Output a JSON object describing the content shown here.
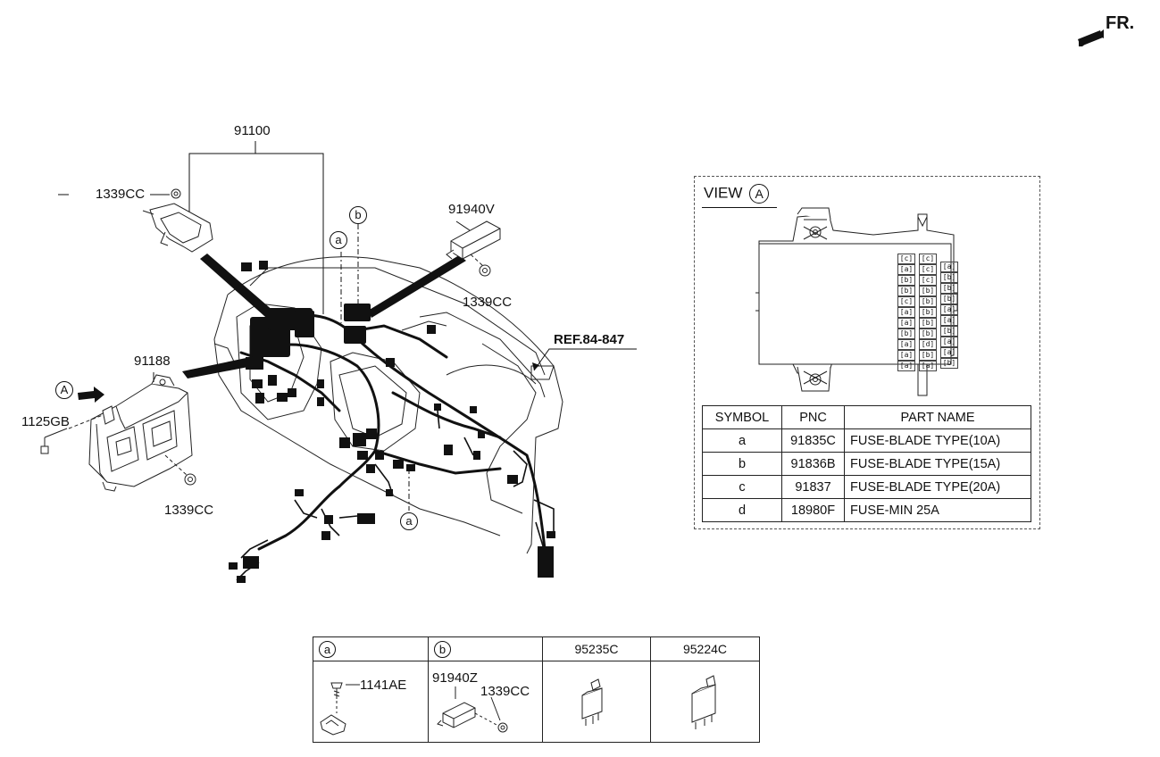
{
  "front_indicator": {
    "label": "FR."
  },
  "callouts": {
    "main_harness": "91100",
    "fuse_box": "91188",
    "bolt": "1125GB",
    "nut_top": "1339CC",
    "nut_box": "1339CC",
    "nut_right": "1339CC",
    "relay_box": "91940V",
    "ref": "REF.84-847",
    "marker_a": "a",
    "marker_a2": "a",
    "marker_b": "b",
    "view_marker": "A"
  },
  "view_panel": {
    "title": "VIEW",
    "marker": "A",
    "fuse_column_1": [
      "c",
      "a",
      "b",
      "b",
      "c",
      "a",
      "a",
      "b",
      "a",
      "a",
      "a"
    ],
    "fuse_column_2": [
      "c",
      "c",
      "c",
      "b",
      "b",
      "b",
      "b",
      "b",
      "d",
      "b",
      "a"
    ],
    "fuse_column_3": [
      "a",
      "b",
      "b",
      "b",
      "a",
      "a",
      "b",
      "a",
      "a",
      "b"
    ],
    "table": {
      "headers": [
        "SYMBOL",
        "PNC",
        "PART NAME"
      ],
      "rows": [
        [
          "a",
          "91835C",
          "FUSE-BLADE TYPE(10A)"
        ],
        [
          "b",
          "91836B",
          "FUSE-BLADE TYPE(15A)"
        ],
        [
          "c",
          "91837",
          "FUSE-BLADE TYPE(20A)"
        ],
        [
          "d",
          "18980F",
          "FUSE-MIN 25A"
        ]
      ]
    }
  },
  "parts_table": {
    "col_a": {
      "marker": "a",
      "part": "1141AE"
    },
    "col_b": {
      "marker": "b",
      "part1": "91940Z",
      "part2": "1339CC"
    },
    "col_c": {
      "header": "95235C"
    },
    "col_d": {
      "header": "95224C"
    }
  }
}
